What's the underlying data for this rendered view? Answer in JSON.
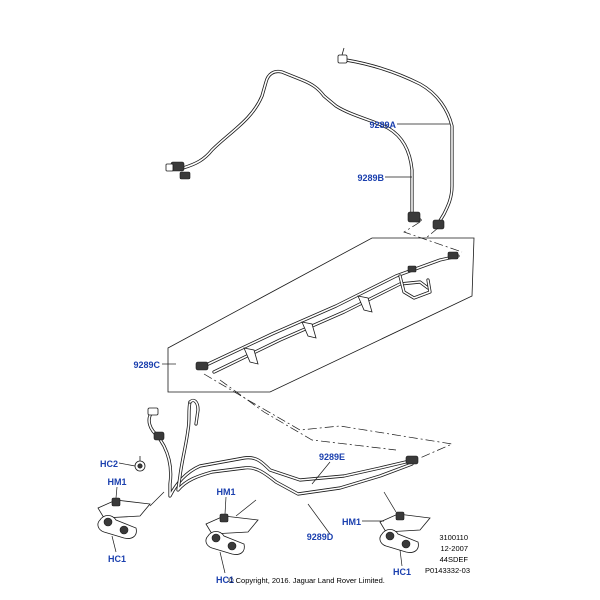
{
  "labels": {
    "p9289a": "9289A",
    "p9289b": "9289B",
    "p9289c": "9289C",
    "p9289d": "9289D",
    "p9289e": "9289E",
    "hc2": "HC2",
    "hm1_left": "HM1",
    "hm1_mid": "HM1",
    "hm1_right": "HM1",
    "hc1_left": "HC1",
    "hc1_mid": "HC1",
    "hc1_right": "HC1"
  },
  "footer": {
    "code": "3100110",
    "date": "12-2007",
    "model": "44SDEF",
    "ref": "P0143332-03",
    "copyright": "© Copyright, 2016. Jaguar Land Rover Limited."
  },
  "colors": {
    "callout": "#1a3fae",
    "line": "#1a1a1a",
    "background": "#ffffff"
  }
}
